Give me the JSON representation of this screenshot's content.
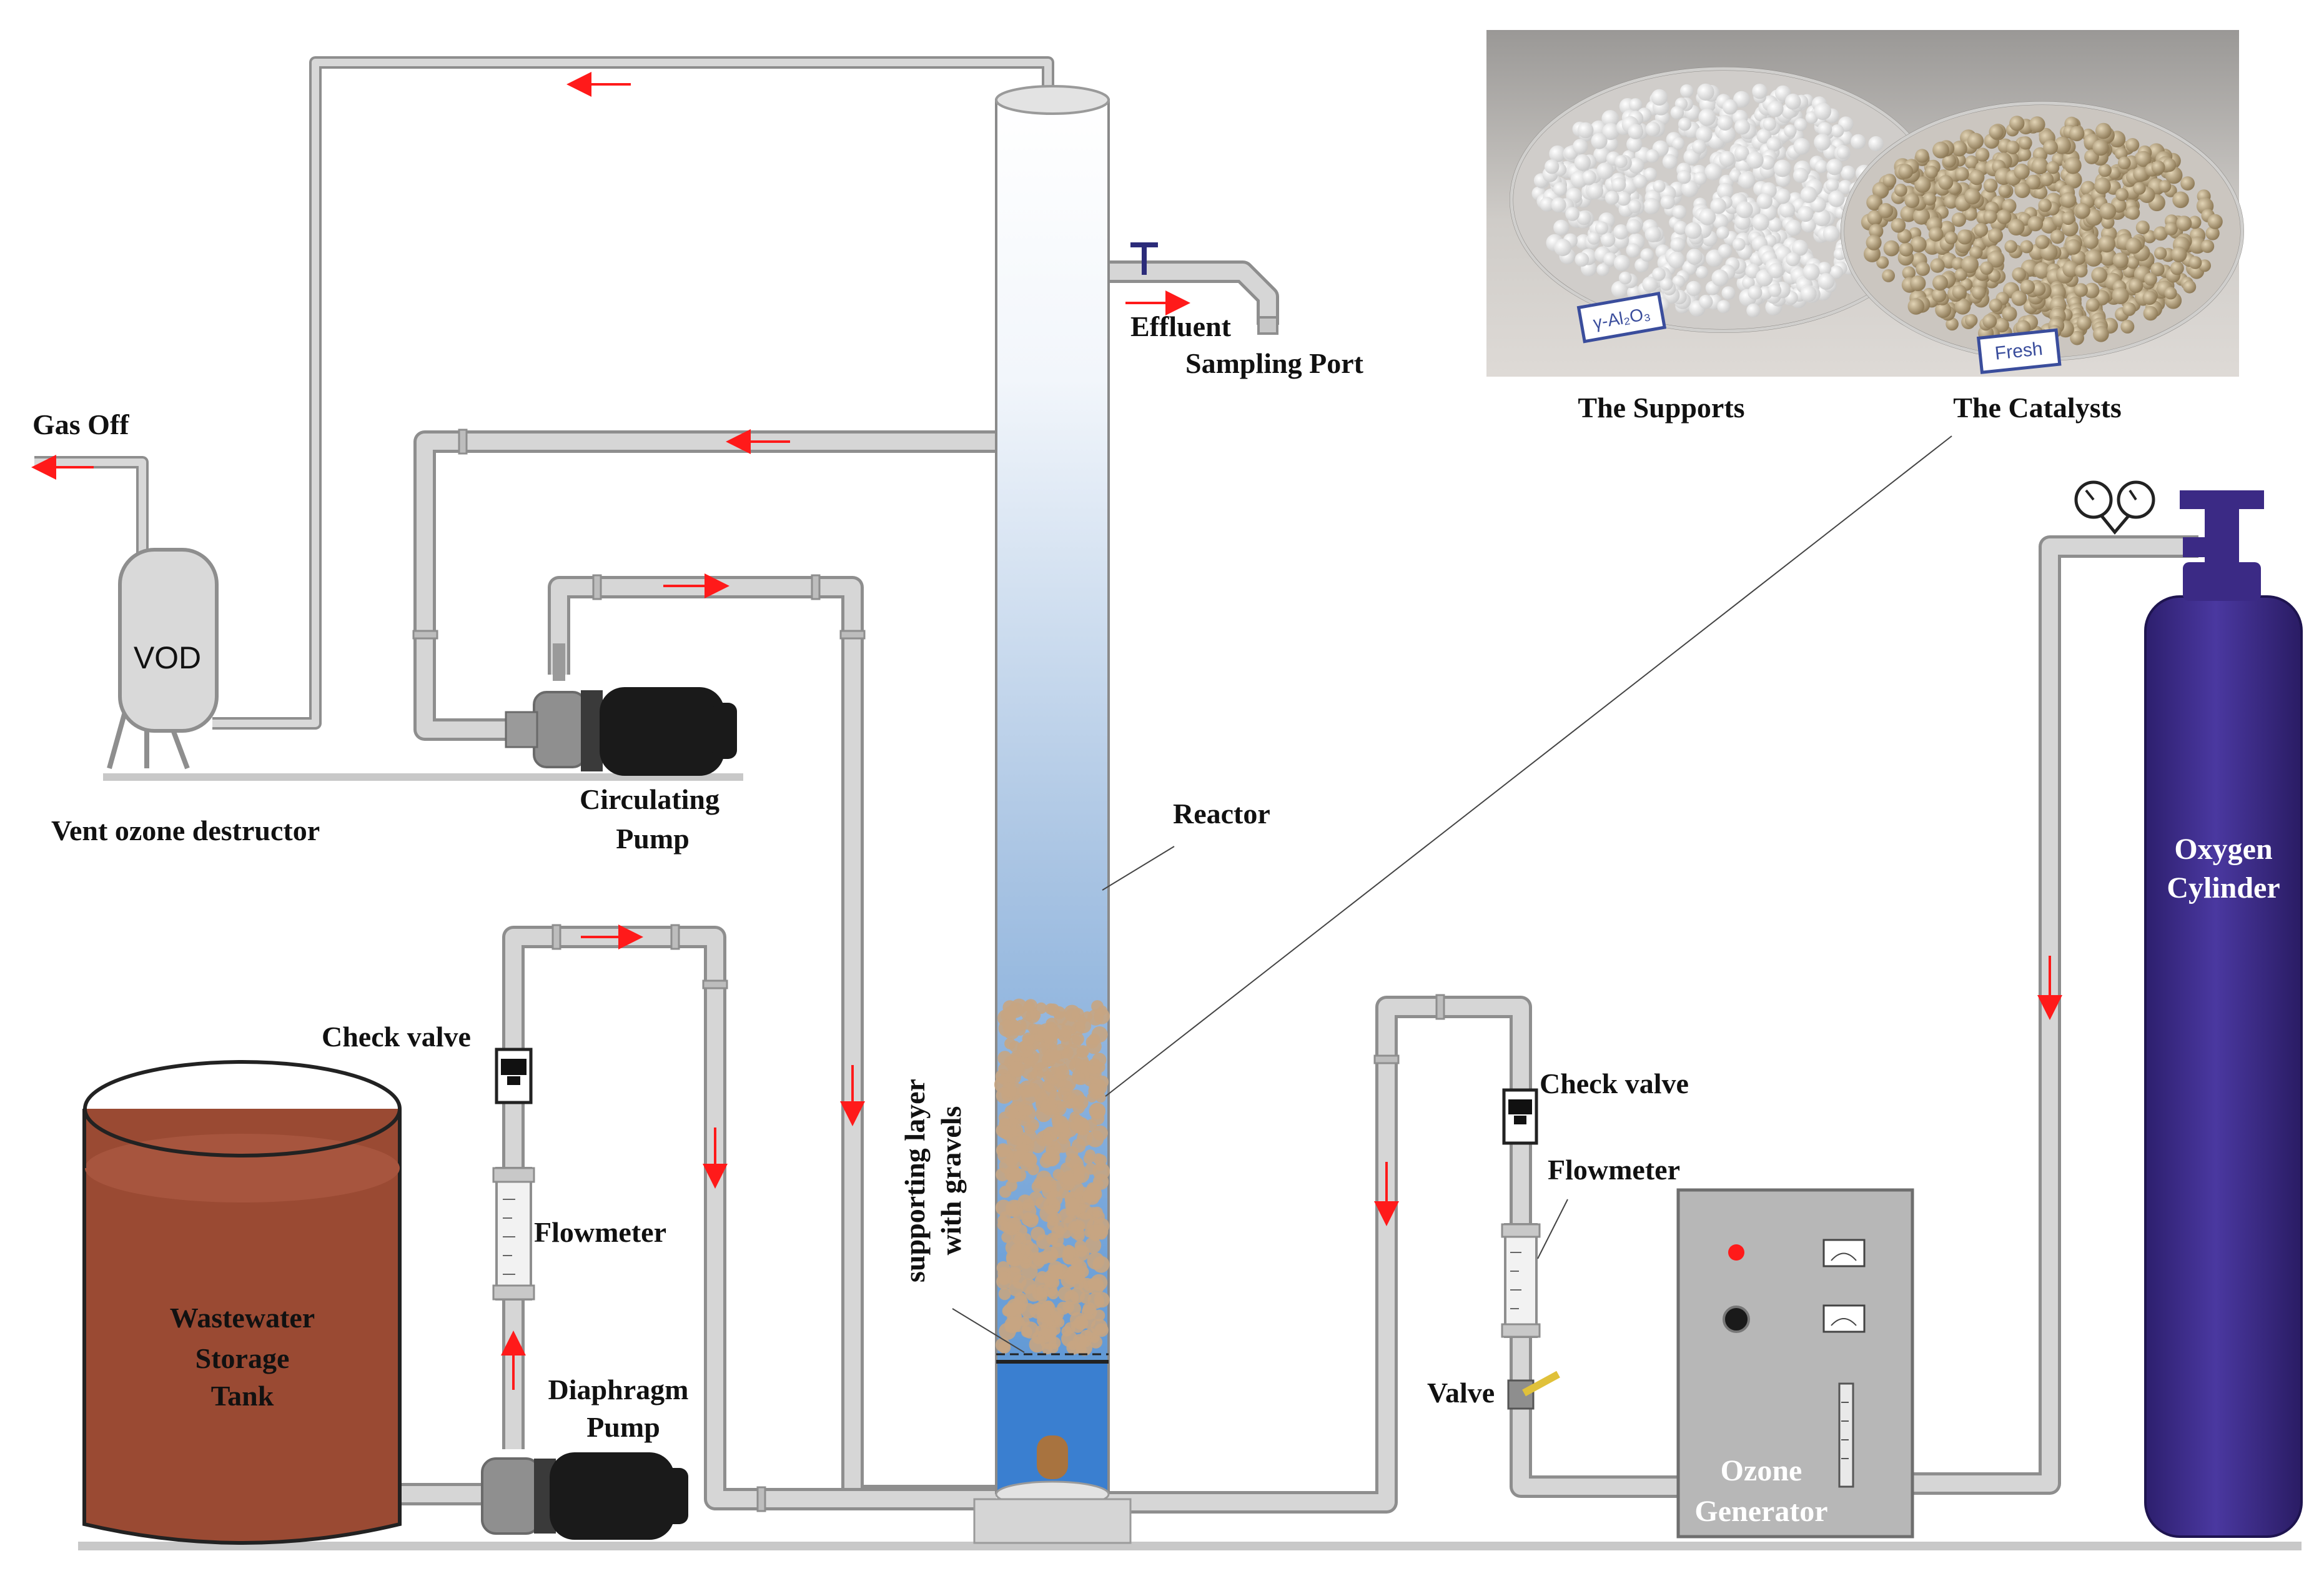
{
  "labels": {
    "gas_off": "Gas Off",
    "vod": "VOD",
    "vent_ozone_destructor": "Vent ozone destructor",
    "circulating_pump_1": "Circulating",
    "circulating_pump_2": "Pump",
    "effluent": "Effluent",
    "sampling_port": "Sampling Port",
    "the_supports": "The Supports",
    "the_catalysts": "The Catalysts",
    "reactor": "Reactor",
    "oxygen_cylinder_1": "Oxygen",
    "oxygen_cylinder_2": "Cylinder",
    "check_valve_left": "Check valve",
    "flowmeter_left": "Flowmeter",
    "wastewater_1": "Wastewater",
    "wastewater_2": "Storage",
    "wastewater_3": "Tank",
    "diaphragm_pump_1": "Diaphragm",
    "diaphragm_pump_2": "Pump",
    "supporting_layer_1": "supporting layer",
    "supporting_layer_2": "with gravels",
    "check_valve_right": "Check valve",
    "flowmeter_right": "Flowmeter",
    "valve": "Valve",
    "ozone_generator_1": "Ozone",
    "ozone_generator_2": "Generator"
  },
  "photo": {
    "dish_left_label": "γ-Al₂O₃",
    "dish_right_label": "Fresh"
  },
  "colors": {
    "pipe": "#d6d6d6",
    "flow_arrow": "#ff1a1a",
    "wastewater": "#9a4a33",
    "oxygen_cylinder": "#3b2a85",
    "reactor_water": "#3f7fc9",
    "catalyst": "#c7a582",
    "pump_body": "#1a1a1a"
  }
}
